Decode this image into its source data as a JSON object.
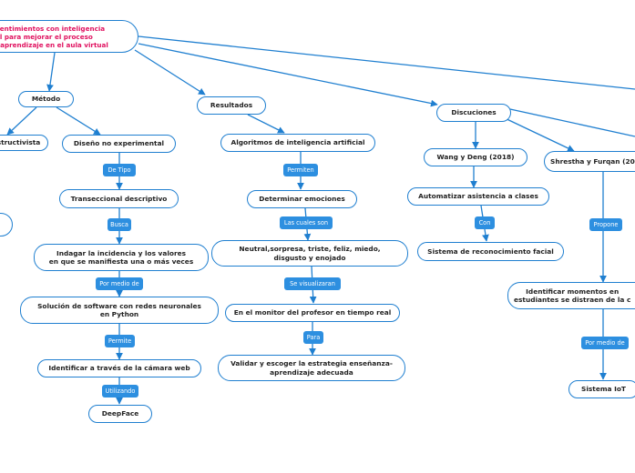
{
  "title": "de sentimientos con inteligencia\nficial para mejorar el proceso\nnza-aprendizaje en el aula virtual",
  "branches": {
    "metodo": "Método",
    "resultados": "Resultados",
    "discusiones": "Discuciones"
  },
  "metodo": {
    "constructivista": "structivista",
    "diseno": "Diseño no experimental",
    "tag_tipo": "De Tipo",
    "transeccional": "Transeccional descriptivo",
    "tag_busca": "Busca",
    "indagar": "Indagar la incidencia y los valores\nen que se manifiesta una o más veces",
    "tag_medio": "Por medio de",
    "solucion": "Solución de software con redes neuronales\nen Python",
    "tag_permite": "Permite",
    "identificar": "Identificar a través de la cámara web",
    "tag_utilizando": "Utilizando",
    "deepface": "DeepFace"
  },
  "resultados": {
    "algoritmos": "Algoritmos de inteligencia artificial",
    "tag_permiten": "Permiten",
    "determinar": "Determinar emociones",
    "tag_cuales": "Las cuales son",
    "emociones": "Neutral,sorpresa, triste, feliz, miedo,\ndisgusto y enojado",
    "tag_visualizaran": "Se visualizaran",
    "monitor": "En el monitor del profesor en tiempo real",
    "tag_para": "Para",
    "validar": "Validar y escoger la estrategia enseñanza-\naprendizaje adecuada"
  },
  "discusiones": {
    "wang": "Wang y Deng (2018)",
    "automatizar": "Automatizar asistencia a clases",
    "tag_con": "Con",
    "sistema_facial": "Sistema de reconocimiento facial",
    "shrestha": "Shrestha y Furqan (20",
    "tag_propone": "Propone",
    "identificar_momentos": "Identificar momentos en\nestudiantes se distraen de la c",
    "tag_medio": "Por medio de",
    "iot": "Sistema IoT"
  }
}
